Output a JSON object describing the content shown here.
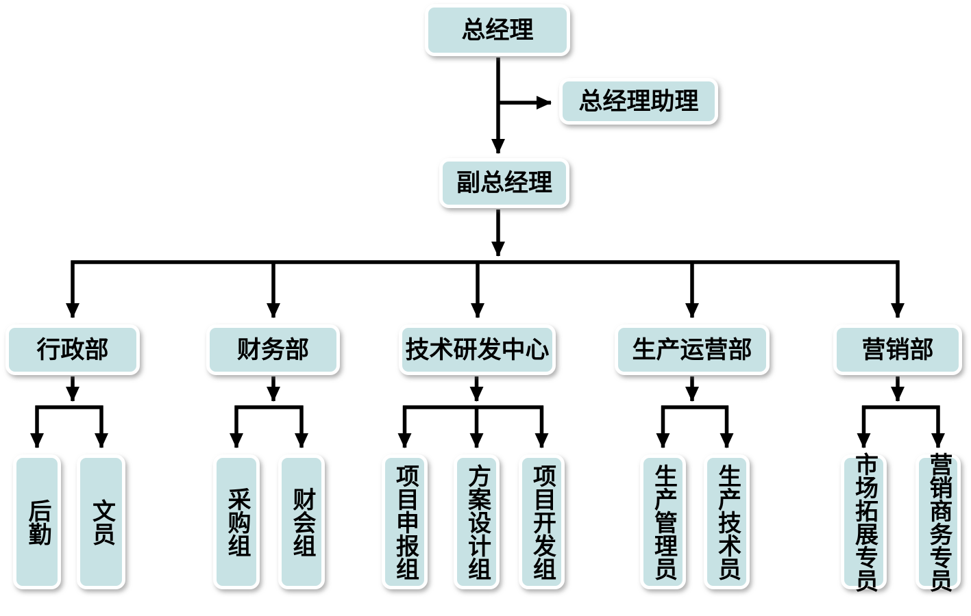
{
  "colors": {
    "node_fill": "#c7e2e4",
    "node_border": "#ffffff",
    "connector_line": "#000000",
    "text": "#000000",
    "background": "#ffffff"
  },
  "org": {
    "general_manager": "总经理",
    "assistant": "总经理助理",
    "deputy_general_manager": "副总经理",
    "departments": [
      {
        "label": "行政部",
        "children": [
          "后勤",
          "文员"
        ]
      },
      {
        "label": "财务部",
        "children": [
          "采购组",
          "财会组"
        ]
      },
      {
        "label": "技术研发中心",
        "children": [
          "项目申报组",
          "方案设计组",
          "项目开发组"
        ]
      },
      {
        "label": "生产运营部",
        "children": [
          "生产管理员",
          "生产技术员"
        ]
      },
      {
        "label": "营销部",
        "children": [
          "市场拓展专员",
          "营销商务专员"
        ]
      }
    ]
  }
}
